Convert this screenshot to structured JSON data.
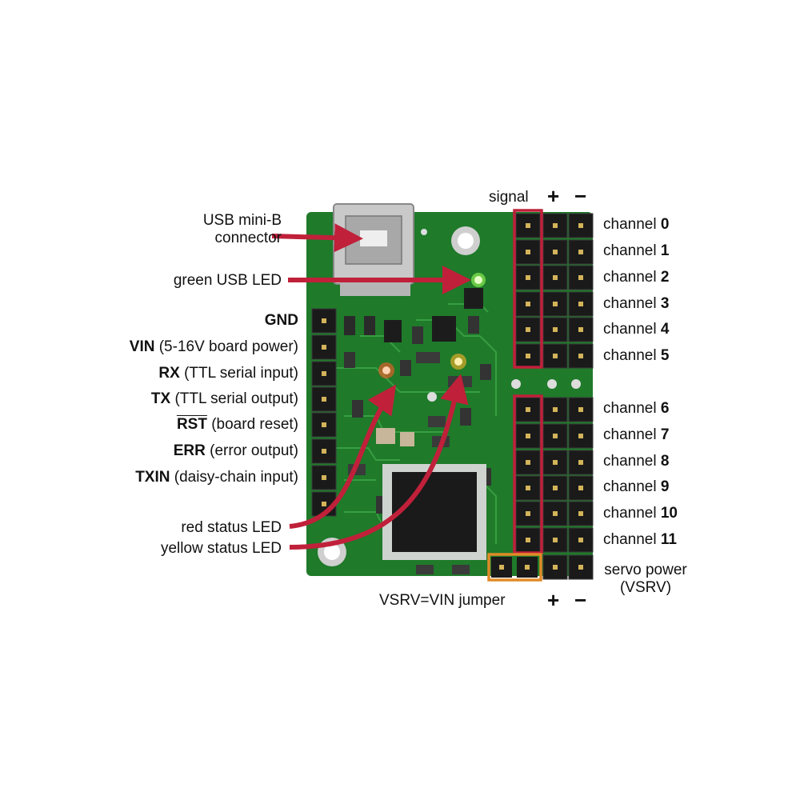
{
  "colors": {
    "pcb": "#1f7a2a",
    "trace": "#3aa245",
    "highlight_red": "#c0203a",
    "highlight_orange": "#e08a28",
    "arrow": "#c0203a",
    "header": "#1a1a1a"
  },
  "header_labels": {
    "signal": "signal",
    "plus": "+",
    "minus": "−"
  },
  "channels": [
    {
      "prefix": "channel",
      "num": "0"
    },
    {
      "prefix": "channel",
      "num": "1"
    },
    {
      "prefix": "channel",
      "num": "2"
    },
    {
      "prefix": "channel",
      "num": "3"
    },
    {
      "prefix": "channel",
      "num": "4"
    },
    {
      "prefix": "channel",
      "num": "5"
    },
    {
      "prefix": "channel",
      "num": "6"
    },
    {
      "prefix": "channel",
      "num": "7"
    },
    {
      "prefix": "channel",
      "num": "8"
    },
    {
      "prefix": "channel",
      "num": "9"
    },
    {
      "prefix": "channel",
      "num": "10"
    },
    {
      "prefix": "channel",
      "num": "11"
    }
  ],
  "servo_power": {
    "line1": "servo power",
    "line2": "(VSRV)"
  },
  "footer": {
    "jumper": "VSRV=VIN jumper",
    "plus": "+",
    "minus": "−"
  },
  "callouts": {
    "usb_line1": "USB mini-B",
    "usb_line2": "connector",
    "green_led": "green USB LED",
    "red_led": "red status LED",
    "yellow_led": "yellow status LED"
  },
  "pins": [
    {
      "name": "GND",
      "desc": ""
    },
    {
      "name": "VIN",
      "desc": "(5-16V board power)"
    },
    {
      "name": "RX",
      "desc": "(TTL serial input)"
    },
    {
      "name": "TX",
      "desc": "(TTL serial output)"
    },
    {
      "name": "RST",
      "desc": "(board reset)"
    },
    {
      "name": "ERR",
      "desc": "(error output)"
    },
    {
      "name": "TXIN",
      "desc": "(daisy-chain input)"
    }
  ]
}
